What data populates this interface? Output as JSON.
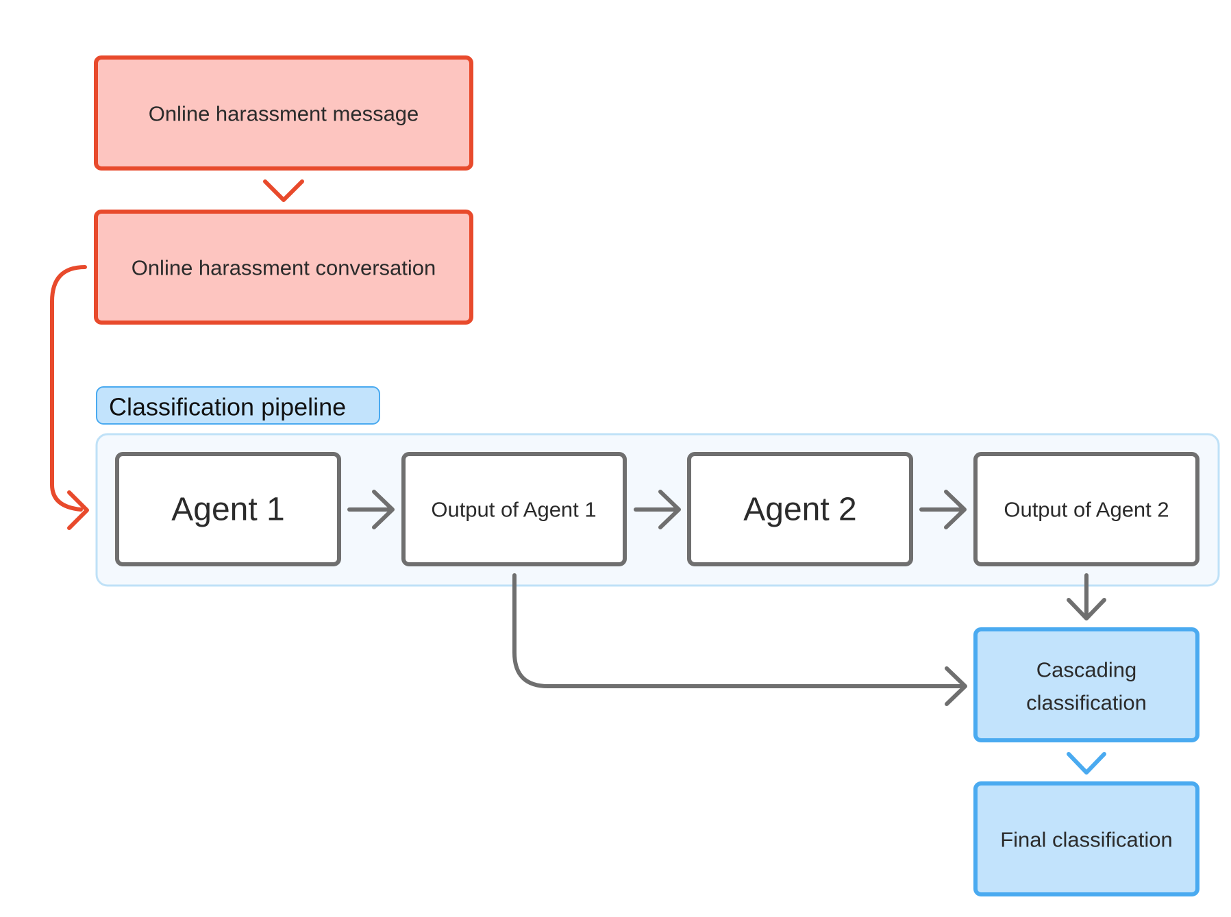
{
  "nodes": {
    "harassment_message": "Online harassment message",
    "harassment_conversation": "Online harassment conversation",
    "agent1": "Agent 1",
    "output_agent1": "Output of Agent 1",
    "agent2": "Agent 2",
    "output_agent2": "Output of Agent 2",
    "cascading_line1": "Cascading",
    "cascading_line2": "classification",
    "final_classification": "Final classification"
  },
  "group": {
    "label": "Classification pipeline"
  },
  "colors": {
    "red_stroke": "#e84a2c",
    "red_fill": "#fdc5c0",
    "gray_stroke": "#6f6f6f",
    "blue_stroke": "#4aaaf0",
    "blue_fill": "#c2e3fc",
    "group_fill": "#f4f9fe",
    "group_stroke": "#bfe1f7",
    "text": "#2b2b2b"
  }
}
